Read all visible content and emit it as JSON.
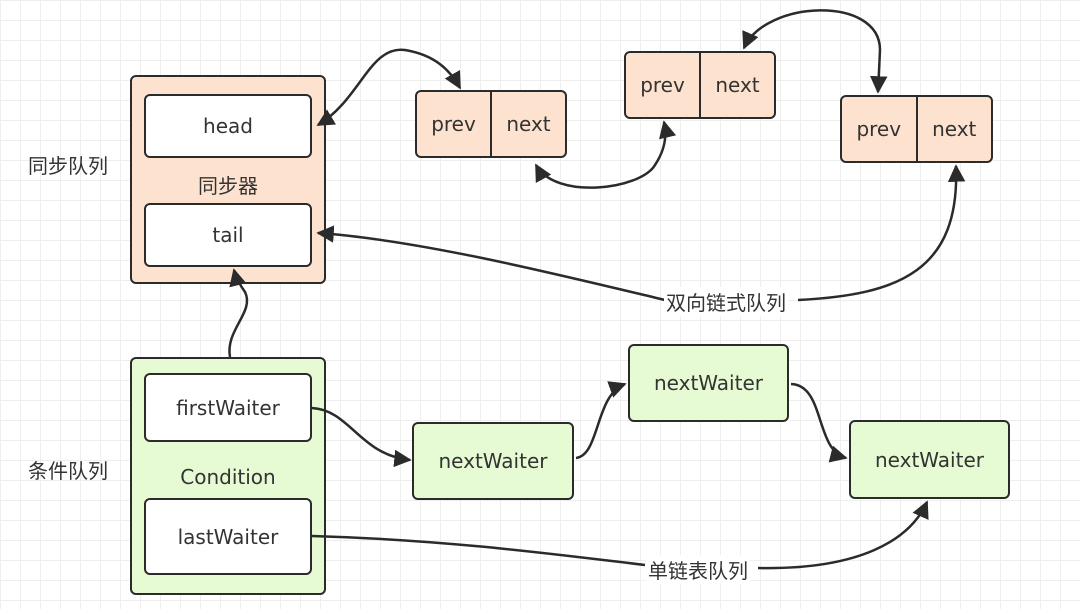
{
  "sync_queue": {
    "side_label": "同步队列",
    "container_label": "同步器",
    "head_label": "head",
    "tail_label": "tail"
  },
  "nodes": {
    "node1": {
      "prev": "prev",
      "next": "next"
    },
    "node2": {
      "prev": "prev",
      "next": "next"
    },
    "node3": {
      "prev": "prev",
      "next": "next"
    }
  },
  "double_list_label": "双向链式队列",
  "condition_queue": {
    "side_label": "条件队列",
    "container_label": "Condition",
    "first_label": "firstWaiter",
    "last_label": "lastWaiter"
  },
  "waiters": [
    "nextWaiter",
    "nextWaiter",
    "nextWaiter"
  ],
  "single_list_label": "单链表队列",
  "colors": {
    "sync_fill": "#fde3cf",
    "condition_fill": "#e6fbd3",
    "stroke": "#2b2b2b"
  }
}
